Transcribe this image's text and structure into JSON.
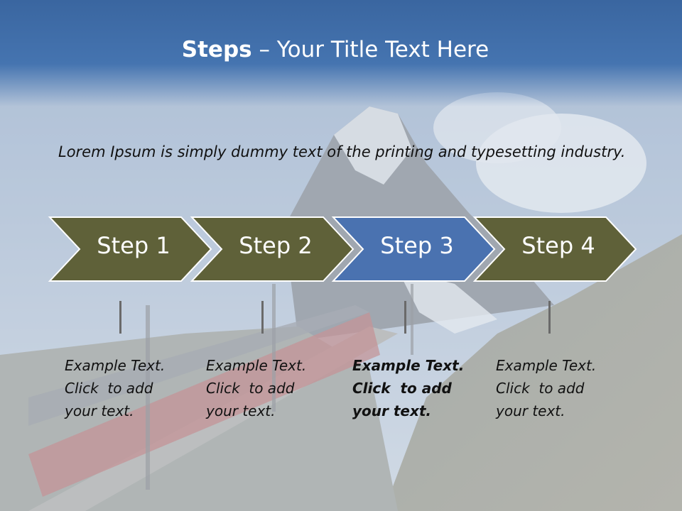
{
  "slide": {
    "title_bold": "Steps",
    "title_rest": " – Your Title Text Here",
    "intro": "Lorem Ipsum is simply dummy text of the printing and typesetting industry."
  },
  "colors": {
    "step_default": "#5f6139",
    "step_active": "#4a72b0",
    "title_band": "#3a66a0"
  },
  "steps": [
    {
      "label": "Step 1",
      "active": false,
      "lines": [
        "Example Text.",
        "Click  to add",
        "your text."
      ]
    },
    {
      "label": "Step 2",
      "active": false,
      "lines": [
        "Example Text.",
        "Click  to add",
        "your text."
      ]
    },
    {
      "label": "Step 3",
      "active": true,
      "lines": [
        "Example Text.",
        "Click  to add",
        "your text."
      ]
    },
    {
      "label": "Step 4",
      "active": false,
      "lines": [
        "Example Text.",
        "Click  to add",
        "your text."
      ]
    }
  ]
}
